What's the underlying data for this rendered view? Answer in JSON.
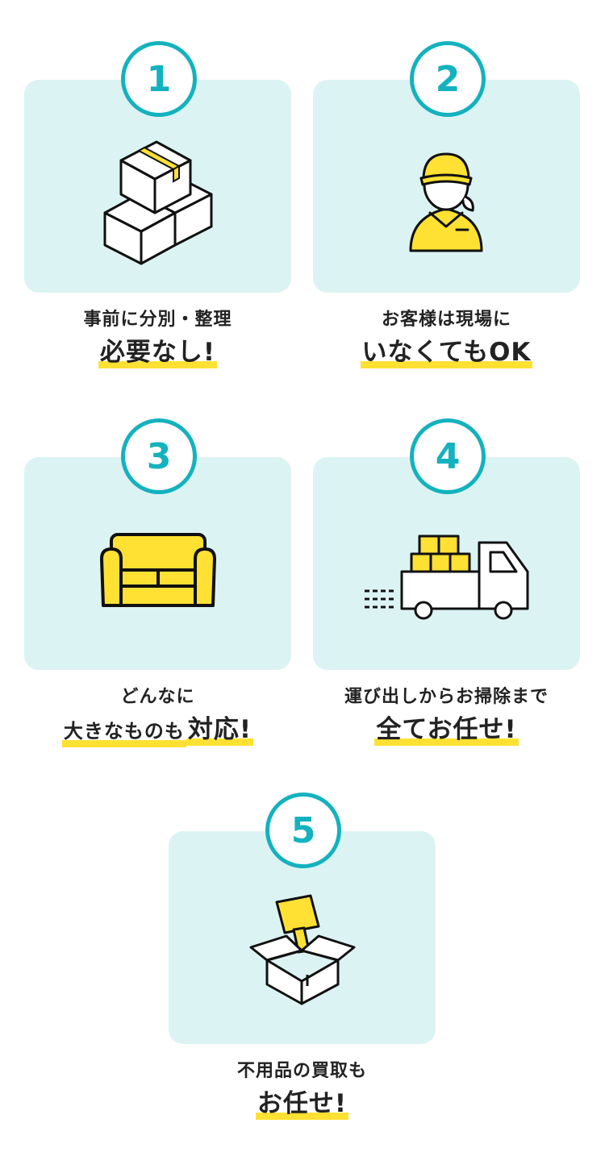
{
  "features": [
    {
      "number": "1",
      "line1": "事前に分別・整理",
      "highlight": "必要なし!",
      "icon": "stacked-boxes-icon"
    },
    {
      "number": "2",
      "line1": "お客様は現場に",
      "highlight": "いなくてもOK",
      "icon": "staff-worker-icon"
    },
    {
      "number": "3",
      "line1": "どんなに",
      "lead": "大きなものも",
      "highlight": "対応!",
      "icon": "sofa-icon"
    },
    {
      "number": "4",
      "line1": "運び出しからお掃除まで",
      "highlight": "全てお任せ!",
      "icon": "delivery-truck-icon"
    },
    {
      "number": "5",
      "line1": "不用品の買取も",
      "highlight": "お任せ!",
      "icon": "open-box-price-tag-icon"
    }
  ],
  "colors": {
    "accent": "#14b2be",
    "card_bg": "#dcf3f3",
    "highlight": "#ffe133",
    "ink": "#222222"
  }
}
